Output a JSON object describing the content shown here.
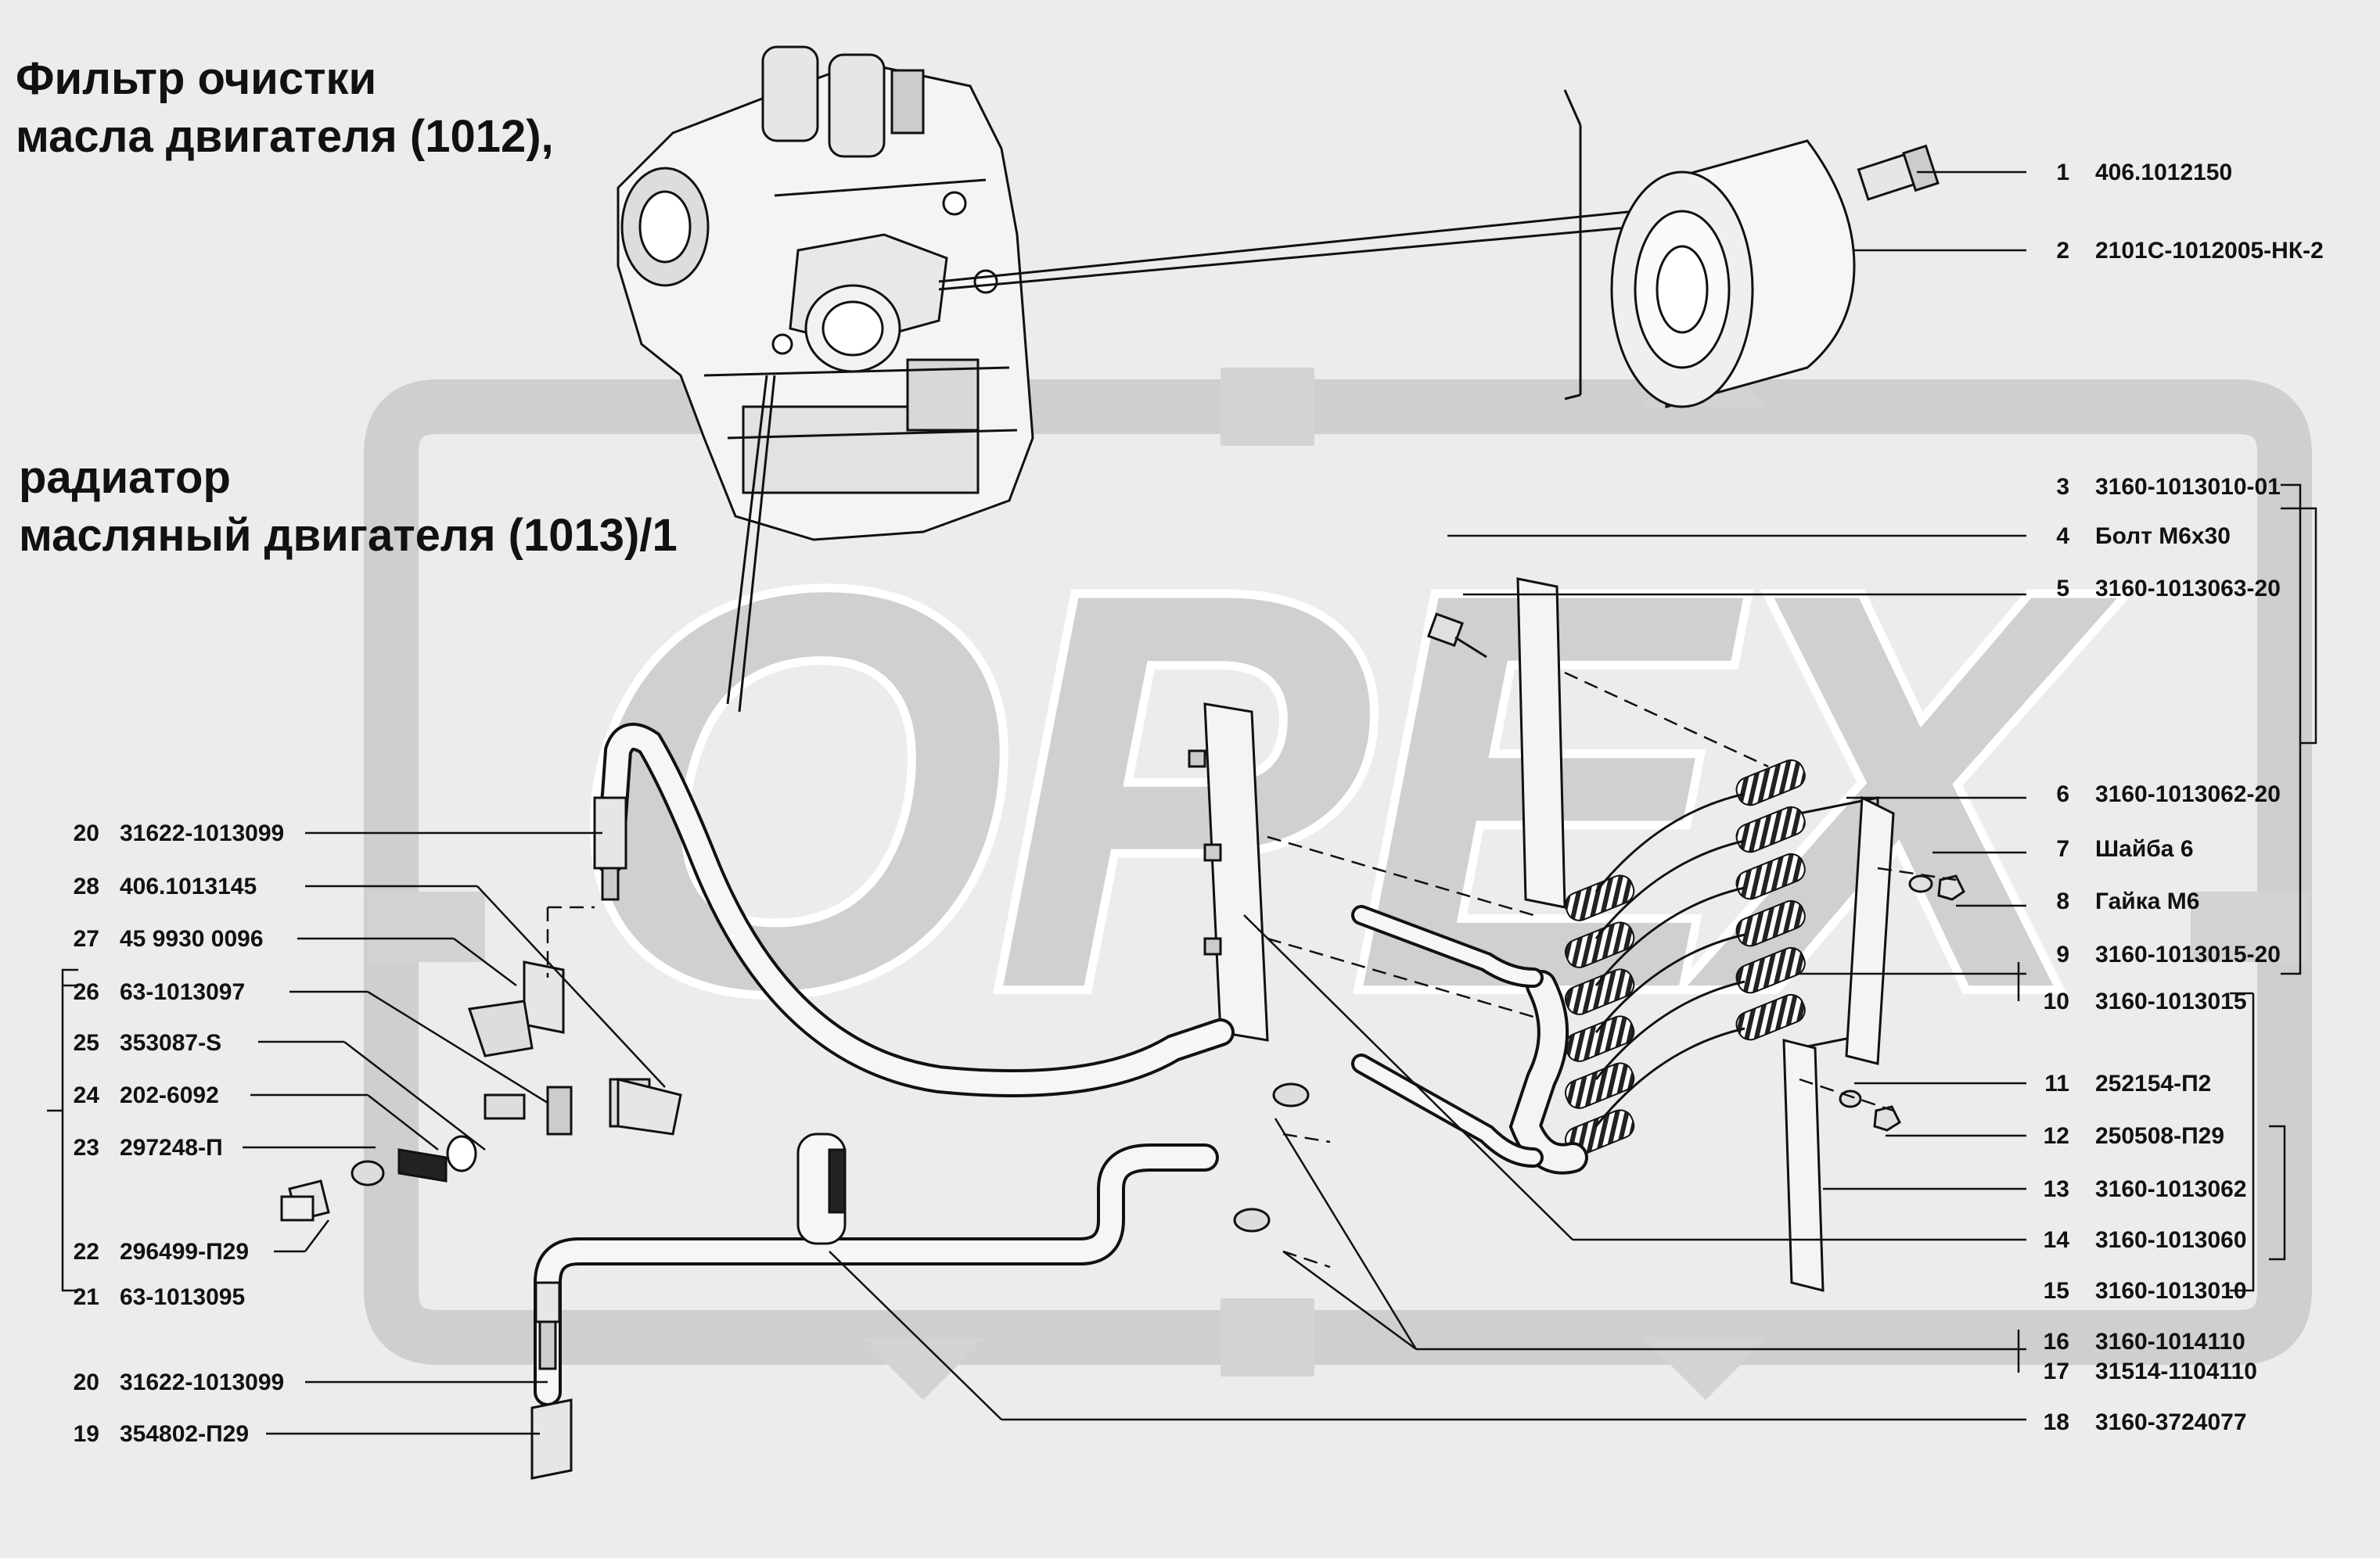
{
  "titles": {
    "line1": "Фильтр очистки",
    "line2": "масла двигателя (1012),",
    "line3": "радиатор",
    "line4": "масляный двигателя (1013)/1"
  },
  "watermark": "ОРЕХ",
  "parts": [
    {
      "num": "1",
      "code": "406.1012150"
    },
    {
      "num": "2",
      "code": "2101С-1012005-НК-2"
    },
    {
      "num": "3",
      "code": "3160-1013010-01"
    },
    {
      "num": "4",
      "code": "Болт М6х30"
    },
    {
      "num": "5",
      "code": "3160-1013063-20"
    },
    {
      "num": "6",
      "code": "3160-1013062-20"
    },
    {
      "num": "7",
      "code": "Шайба 6"
    },
    {
      "num": "8",
      "code": "Гайка М6"
    },
    {
      "num": "9",
      "code": "3160-1013015-20"
    },
    {
      "num": "10",
      "code": "3160-1013015"
    },
    {
      "num": "11",
      "code": "252154-П2"
    },
    {
      "num": "12",
      "code": "250508-П29"
    },
    {
      "num": "13",
      "code": "3160-1013062"
    },
    {
      "num": "14",
      "code": "3160-1013060"
    },
    {
      "num": "15",
      "code": "3160-1013010"
    },
    {
      "num": "16",
      "code": "3160-1014110"
    },
    {
      "num": "17",
      "code": "31514-1104110"
    },
    {
      "num": "18",
      "code": "3160-3724077"
    },
    {
      "num": "20",
      "code": "31622-1013099"
    },
    {
      "num": "28",
      "code": "406.1013145"
    },
    {
      "num": "27",
      "code": "45 9930 0096"
    },
    {
      "num": "26",
      "code": "63-1013097"
    },
    {
      "num": "25",
      "code": "353087-S"
    },
    {
      "num": "24",
      "code": "202-6092"
    },
    {
      "num": "23",
      "code": "297248-П"
    },
    {
      "num": "22",
      "code": "296499-П29"
    },
    {
      "num": "21",
      "code": "63-1013095"
    },
    {
      "num": "20",
      "code": "31622-1013099"
    },
    {
      "num": "19",
      "code": "354802-П29"
    }
  ]
}
